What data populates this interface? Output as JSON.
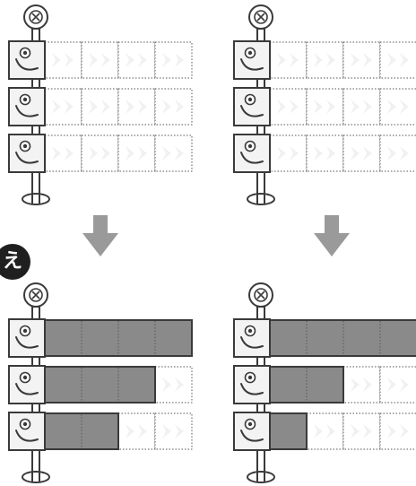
{
  "badge": {
    "label": "え",
    "color": "#1f1f1f"
  },
  "colors": {
    "outline": "#3a3a3a",
    "panel_bg": "#f3f3f3",
    "fill": "#8a8a8a",
    "arrow": "#9a9a9a",
    "grid": "#555555",
    "chevron": "#f1f1f1"
  },
  "icons": {
    "top": "x-circle-icon",
    "row": "fish-face-icon",
    "arrow": "arrow-down-icon",
    "chevron": "chevron-right-icon"
  },
  "grid": {
    "rows": 3,
    "cells_per_row": 4
  },
  "diagrams": [
    {
      "id": "top-left",
      "fills": [
        0,
        0,
        0
      ]
    },
    {
      "id": "top-right",
      "fills": [
        0,
        0,
        0
      ]
    },
    {
      "id": "bottom-left",
      "fills": [
        4,
        3,
        2
      ]
    },
    {
      "id": "bottom-right",
      "fills": [
        4,
        2,
        1
      ]
    }
  ]
}
